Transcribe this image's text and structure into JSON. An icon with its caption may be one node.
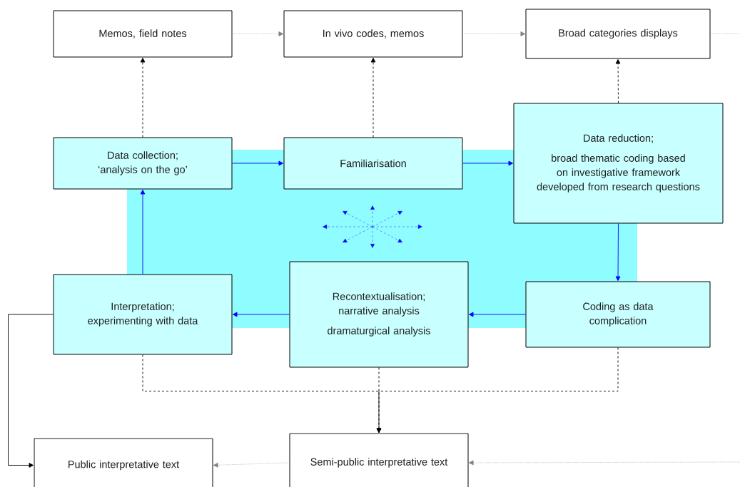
{
  "diagram": {
    "nodes": [
      {
        "text": [
          "Memos, field notes"
        ]
      },
      {
        "text": [
          "In vivo codes, memos"
        ]
      },
      {
        "text": [
          "Broad categories displays"
        ]
      },
      {
        "text": [
          "Data collection; ‘analysis on the go’"
        ]
      },
      {
        "text": [
          "Familiarisation"
        ]
      },
      {
        "text": [
          "Data reduction;",
          "broad thematic coding based on investigative framework developed from research questions"
        ]
      },
      {
        "text": [
          "Interpretation; experimenting with data"
        ]
      },
      {
        "text": [
          "Recontextualisation; narrative analysis",
          "dramaturgical analysis"
        ]
      },
      {
        "text": [
          "Coding as data complication"
        ]
      },
      {
        "text": [
          "Public interpretative text"
        ]
      },
      {
        "text": [
          "Semi-public interpretative text"
        ]
      }
    ],
    "edges": [
      {
        "from": 0,
        "to": 1,
        "arrow": "to",
        "style": "dashed",
        "color": "#808080"
      },
      {
        "from": 1,
        "to": 2,
        "arrow": "to",
        "style": "dashed",
        "color": "#808080"
      },
      {
        "from": 2,
        "to": null,
        "arrow": "none",
        "style": "dashed",
        "color": "#808080"
      },
      {
        "from": null,
        "to": 10,
        "arrow": "to",
        "style": "dashed",
        "color": "#808080"
      },
      {
        "from": 10,
        "to": 9,
        "arrow": "to",
        "style": "dashed",
        "color": "#808080"
      },
      {
        "from": 3,
        "to": 0,
        "arrow": "to",
        "style": "dashed"
      },
      {
        "from": 4,
        "to": 1,
        "arrow": "to",
        "style": "dashed"
      },
      {
        "from": 5,
        "to": 2,
        "arrow": "to",
        "style": "dashed"
      },
      {
        "from": 3,
        "to": 4,
        "arrow": "to",
        "color": "#0000ff"
      },
      {
        "from": 4,
        "to": 5,
        "arrow": "to",
        "color": "#0000ff"
      },
      {
        "from": 5,
        "to": 8,
        "arrow": "to",
        "color": "#0000ff"
      },
      {
        "from": 8,
        "to": 7,
        "arrow": "to",
        "color": "#0000ff"
      },
      {
        "from": 7,
        "to": 6,
        "arrow": "to",
        "color": "#0000ff"
      },
      {
        "from": 6,
        "to": 3,
        "arrow": "to",
        "color": "#0000ff"
      },
      {
        "from": 6,
        "to": 9,
        "arrow": "to"
      },
      {
        "from": 6,
        "to": 10,
        "arrow": "to",
        "style": "dashed"
      },
      {
        "from": 7,
        "to": 10,
        "arrow": "to",
        "style": "dashed"
      },
      {
        "from": 8,
        "to": 10,
        "arrow": "to",
        "style": "dashed"
      }
    ]
  }
}
